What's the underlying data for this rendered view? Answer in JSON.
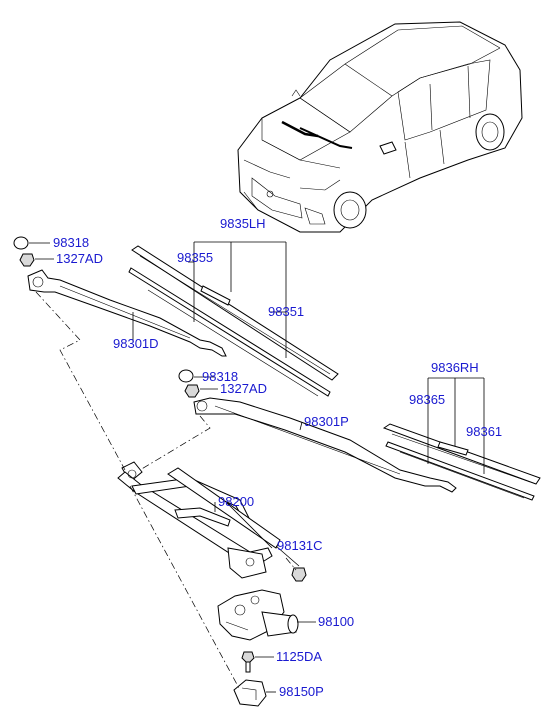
{
  "colors": {
    "label": "#1a1ad0",
    "line": "#000000",
    "background": "#ffffff"
  },
  "labels": {
    "wiper_blade_lh": "9835LH",
    "refill_lh": "98355",
    "blade_assy_lh": "98351",
    "cap_lh": "98318",
    "nut_lh": "1327AD",
    "arm_driver": "98301D",
    "cap_rh": "98318",
    "nut_rh": "1327AD",
    "arm_passenger": "98301P",
    "wiper_blade_rh": "9836RH",
    "refill_rh": "98365",
    "blade_assy_rh": "98361",
    "linkage": "98200",
    "linkage_nut": "98131C",
    "motor": "98100",
    "bolt": "1125DA",
    "bracket": "98150P"
  }
}
